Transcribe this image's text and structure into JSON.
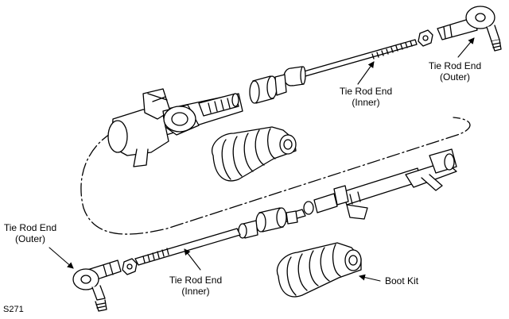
{
  "labels": {
    "tie_rod_end_outer_top": "Tie Rod End\n(Outer)",
    "tie_rod_end_inner_top": "Tie Rod End\n(Inner)",
    "tie_rod_end_outer_bottom": "Tie Rod End\n(Outer)",
    "tie_rod_end_inner_bottom": "Tie Rod End\n(Inner)",
    "boot_kit": "Boot Kit"
  },
  "figure_id": "S271"
}
